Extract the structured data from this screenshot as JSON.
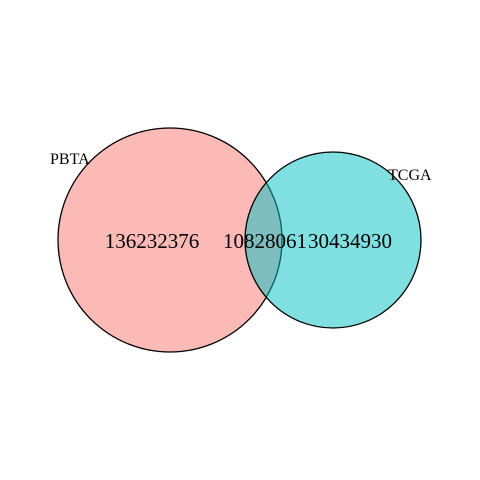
{
  "sets": [
    {
      "name": "PBTA",
      "fill": "#F8766D",
      "opacity": 0.5
    },
    {
      "name": "TCGA",
      "fill": "#00BFC4",
      "opacity": 0.5
    }
  ],
  "counts": {
    "pbta_only": "136232376",
    "intersection": "10828061",
    "tcga_only": "30434930"
  },
  "colors": {
    "outline": "#000000",
    "background": "#FFFFFF"
  }
}
